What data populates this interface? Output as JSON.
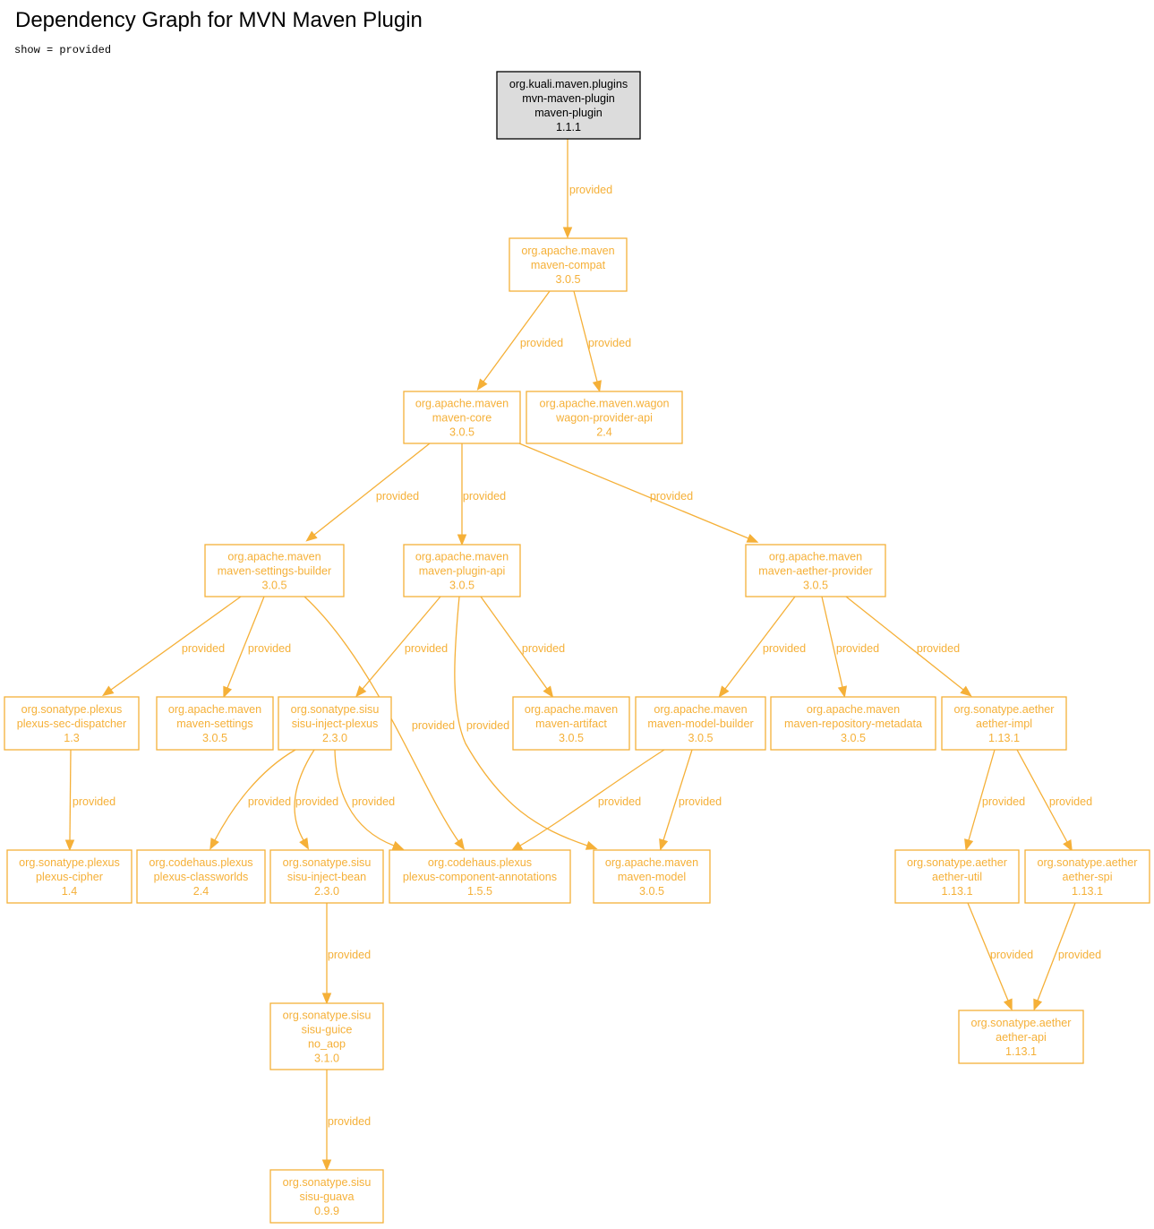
{
  "title": "Dependency Graph for MVN Maven Plugin",
  "subtitle": "show = provided",
  "colors": {
    "edge": "#f5b038",
    "root_fill": "#dcdcdc",
    "root_stroke": "#000000"
  },
  "nodes": {
    "root": [
      "org.kuali.maven.plugins",
      "mvn-maven-plugin",
      "maven-plugin",
      "1.1.1"
    ],
    "compat": [
      "org.apache.maven",
      "maven-compat",
      "3.0.5"
    ],
    "core": [
      "org.apache.maven",
      "maven-core",
      "3.0.5"
    ],
    "wagon": [
      "org.apache.maven.wagon",
      "wagon-provider-api",
      "2.4"
    ],
    "settingsb": [
      "org.apache.maven",
      "maven-settings-builder",
      "3.0.5"
    ],
    "pluginapi": [
      "org.apache.maven",
      "maven-plugin-api",
      "3.0.5"
    ],
    "aetherprov": [
      "org.apache.maven",
      "maven-aether-provider",
      "3.0.5"
    ],
    "secdisp": [
      "org.sonatype.plexus",
      "plexus-sec-dispatcher",
      "1.3"
    ],
    "settings": [
      "org.apache.maven",
      "maven-settings",
      "3.0.5"
    ],
    "injplexus": [
      "org.sonatype.sisu",
      "sisu-inject-plexus",
      "2.3.0"
    ],
    "artifact": [
      "org.apache.maven",
      "maven-artifact",
      "3.0.5"
    ],
    "modelb": [
      "org.apache.maven",
      "maven-model-builder",
      "3.0.5"
    ],
    "repometa": [
      "org.apache.maven",
      "maven-repository-metadata",
      "3.0.5"
    ],
    "aimpl": [
      "org.sonatype.aether",
      "aether-impl",
      "1.13.1"
    ],
    "cipher": [
      "org.sonatype.plexus",
      "plexus-cipher",
      "1.4"
    ],
    "classworlds": [
      "org.codehaus.plexus",
      "plexus-classworlds",
      "2.4"
    ],
    "injbean": [
      "org.sonatype.sisu",
      "sisu-inject-bean",
      "2.3.0"
    ],
    "annot": [
      "org.codehaus.plexus",
      "plexus-component-annotations",
      "1.5.5"
    ],
    "model": [
      "org.apache.maven",
      "maven-model",
      "3.0.5"
    ],
    "autil": [
      "org.sonatype.aether",
      "aether-util",
      "1.13.1"
    ],
    "aspi": [
      "org.sonatype.aether",
      "aether-spi",
      "1.13.1"
    ],
    "guice": [
      "org.sonatype.sisu",
      "sisu-guice",
      "no_aop",
      "3.1.0"
    ],
    "aapi": [
      "org.sonatype.aether",
      "aether-api",
      "1.13.1"
    ],
    "guava": [
      "org.sonatype.sisu",
      "sisu-guava",
      "0.9.9"
    ]
  },
  "edges": [
    {
      "from": "root",
      "to": "compat",
      "label": "provided"
    },
    {
      "from": "compat",
      "to": "core",
      "label": "provided"
    },
    {
      "from": "compat",
      "to": "wagon",
      "label": "provided"
    },
    {
      "from": "core",
      "to": "settingsb",
      "label": "provided"
    },
    {
      "from": "core",
      "to": "pluginapi",
      "label": "provided"
    },
    {
      "from": "core",
      "to": "aetherprov",
      "label": "provided"
    },
    {
      "from": "settingsb",
      "to": "secdisp",
      "label": "provided"
    },
    {
      "from": "settingsb",
      "to": "settings",
      "label": "provided"
    },
    {
      "from": "settingsb",
      "to": "annot",
      "label": "provided"
    },
    {
      "from": "pluginapi",
      "to": "injplexus",
      "label": "provided"
    },
    {
      "from": "pluginapi",
      "to": "model",
      "label": "provided"
    },
    {
      "from": "pluginapi",
      "to": "artifact",
      "label": "provided"
    },
    {
      "from": "aetherprov",
      "to": "modelb",
      "label": "provided"
    },
    {
      "from": "aetherprov",
      "to": "repometa",
      "label": "provided"
    },
    {
      "from": "aetherprov",
      "to": "aimpl",
      "label": "provided"
    },
    {
      "from": "secdisp",
      "to": "cipher",
      "label": "provided"
    },
    {
      "from": "injplexus",
      "to": "classworlds",
      "label": "provided"
    },
    {
      "from": "injplexus",
      "to": "injbean",
      "label": "provided"
    },
    {
      "from": "injplexus",
      "to": "annot",
      "label": "provided"
    },
    {
      "from": "modelb",
      "to": "annot",
      "label": "provided"
    },
    {
      "from": "modelb",
      "to": "model",
      "label": "provided"
    },
    {
      "from": "aimpl",
      "to": "autil",
      "label": "provided"
    },
    {
      "from": "aimpl",
      "to": "aspi",
      "label": "provided"
    },
    {
      "from": "injbean",
      "to": "guice",
      "label": "provided"
    },
    {
      "from": "guice",
      "to": "guava",
      "label": "provided"
    },
    {
      "from": "autil",
      "to": "aapi",
      "label": "provided"
    },
    {
      "from": "aspi",
      "to": "aapi",
      "label": "provided"
    }
  ]
}
